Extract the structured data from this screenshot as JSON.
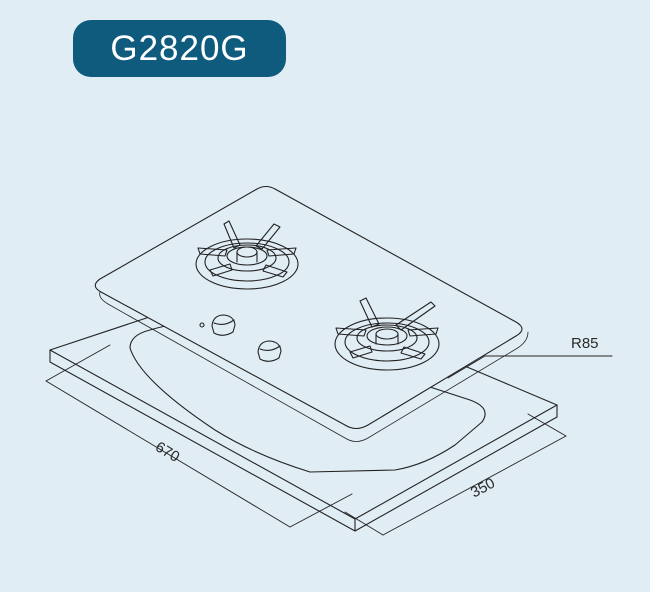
{
  "model": "G2820G",
  "dimensions": {
    "width": "670",
    "depth": "350",
    "radius": "R85"
  },
  "colors": {
    "background": "#e1edf5",
    "badge": "#0e5b7e",
    "badge_text": "#ffffff",
    "line": "#222222"
  }
}
